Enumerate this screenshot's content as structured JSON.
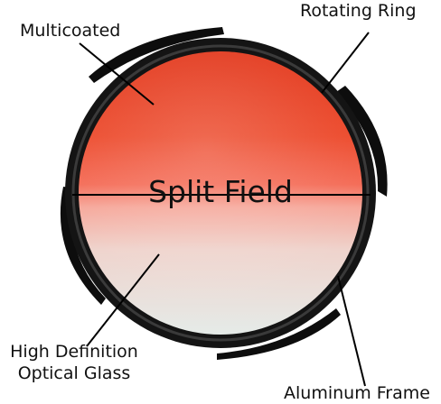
{
  "diagram": {
    "labels": {
      "multicoated": "Multicoated",
      "rotating_ring": "Rotating Ring",
      "split_field": "Split Field",
      "hd_line1": "High Definition",
      "hd_line2": "Optical Glass",
      "aluminum_frame": "Aluminum Frame"
    },
    "colors": {
      "gradient_top": "#e63a1e",
      "gradient_mid": "#f06a55",
      "gradient_bottom": "#e8ece9",
      "ring": "#1a1a1a",
      "leader_line": "#000000"
    }
  }
}
